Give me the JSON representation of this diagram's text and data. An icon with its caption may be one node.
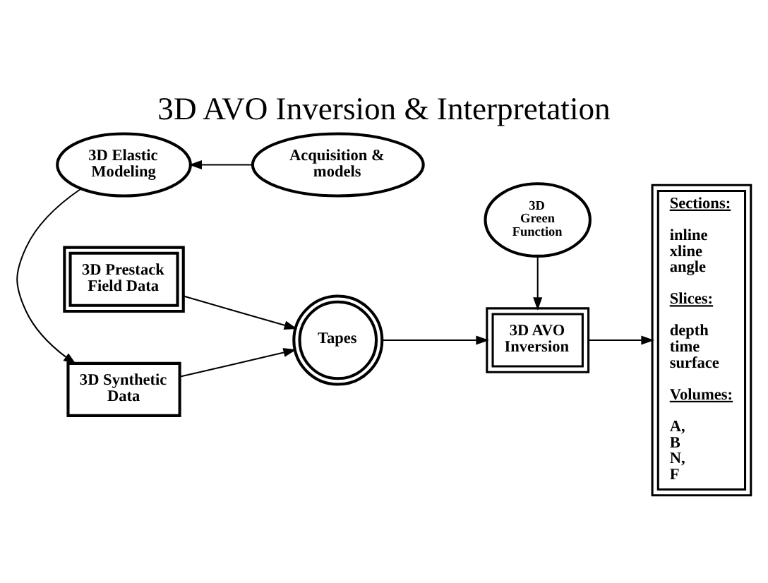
{
  "diagram": {
    "title": "3D AVO Inversion & Interpretation",
    "nodes": [
      {
        "text": [
          "3D Prestack Field Data"
        ]
      },
      {
        "text": [
          "3D Synthetic Data"
        ]
      },
      {
        "text": [
          "Tapes"
        ]
      },
      {
        "text": [
          "3D AVO Inversion"
        ]
      },
      {
        "text": [
          "3D Green Function"
        ]
      },
      {
        "text": [
          "3D Elastic Modeling"
        ]
      },
      {
        "text": [
          "Acquisition & models"
        ]
      },
      {
        "text": [
          "Sections:",
          "inline xline angle",
          "Slices:",
          "depth time surface",
          "Volumes:",
          "A, B N, F"
        ]
      }
    ],
    "edges": [
      {
        "from": 0,
        "to": 2,
        "arrow": "to"
      },
      {
        "from": 1,
        "to": 2,
        "arrow": "to"
      },
      {
        "from": 2,
        "to": 3,
        "arrow": "to"
      },
      {
        "from": 4,
        "to": 3,
        "arrow": "to"
      },
      {
        "from": 3,
        "to": 7,
        "arrow": "to"
      },
      {
        "from": 5,
        "to": 1,
        "arrow": "to"
      },
      {
        "from": 6,
        "to": 5,
        "arrow": "to"
      }
    ]
  }
}
